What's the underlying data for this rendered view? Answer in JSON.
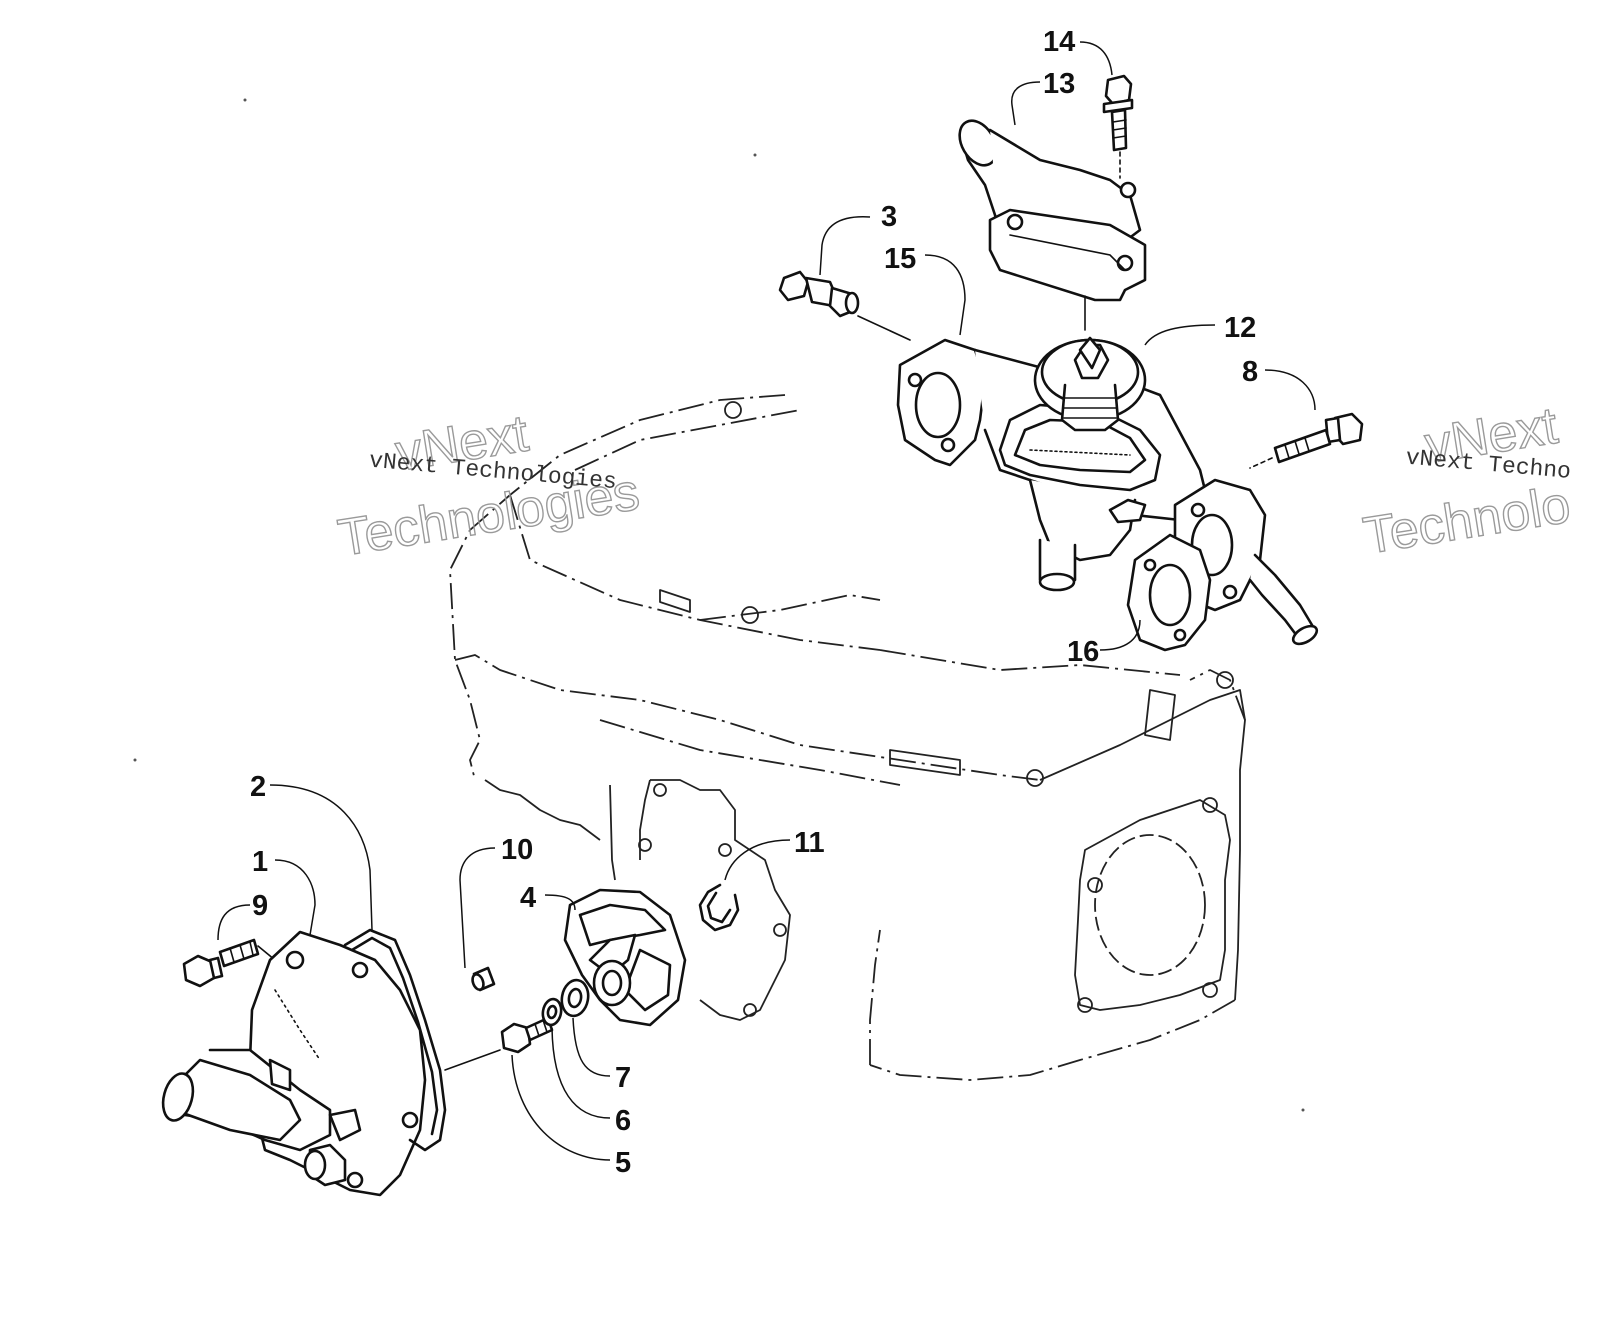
{
  "callouts": {
    "c1": "1",
    "c2": "2",
    "c3": "3",
    "c4": "4",
    "c5": "5",
    "c6": "6",
    "c7": "7",
    "c8": "8",
    "c9": "9",
    "c10": "10",
    "c11": "11",
    "c12": "12",
    "c13": "13",
    "c14": "14",
    "c15": "15",
    "c16": "16"
  },
  "watermark": {
    "small": "vNext Technologies",
    "big_line1": "vNext",
    "big_line2": "Technologies",
    "big_line2_cut": "Technolo",
    "small_cut": "vNext Techno",
    "big_line1_cut": "vNext"
  }
}
